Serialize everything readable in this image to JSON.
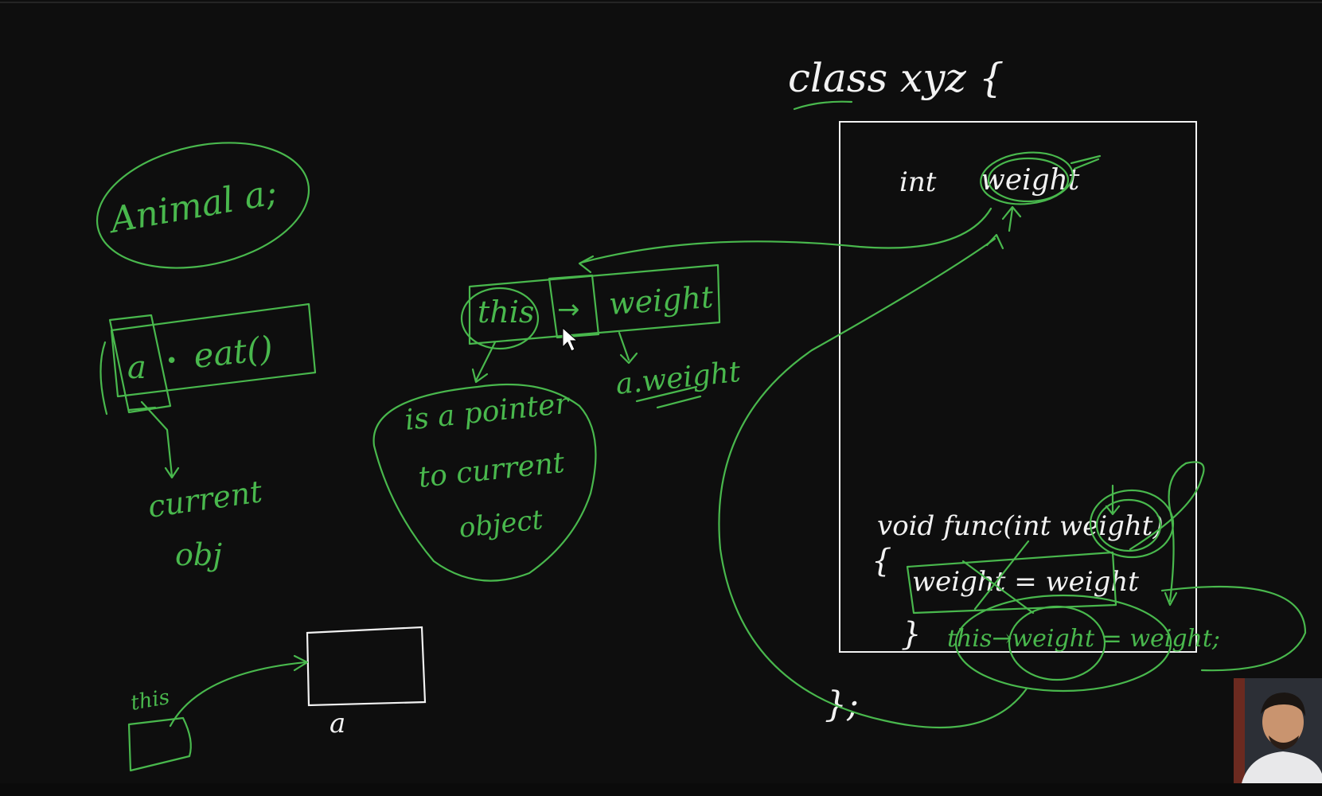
{
  "board": {
    "class_header": "class xyz {",
    "member_decl_type": "int",
    "member_decl_name": "weight",
    "func_signature": "void func(int weight)",
    "open_brace": "{",
    "assignment_line": "weight = weight",
    "close_brace": "}",
    "this_assignment": "this→weight = weight;",
    "class_end": "};",
    "decl_note": "Animal a;",
    "call_a": "a",
    "call_dot": "•",
    "call_rest": "eat()",
    "current_obj_line1": "current",
    "current_obj_line2": "obj",
    "this_box": "this",
    "arrow_box": "→",
    "weight_box": "weight",
    "a_weight": "a.weight",
    "pointer_note_line1": "is a pointer",
    "pointer_note_line2": "to current",
    "pointer_note_line3": "object",
    "this_label_bottom": "this",
    "a_label_bottom": "a"
  },
  "colors": {
    "background": "#0e0e0e",
    "chalk_white": "#f2f2f2",
    "marker_green": "#49b84d"
  }
}
